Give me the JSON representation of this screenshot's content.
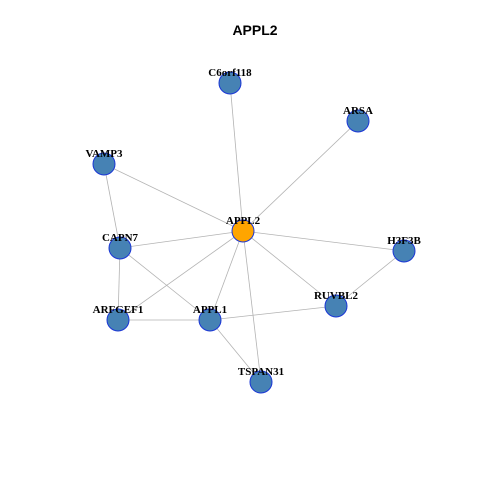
{
  "title": "APPL2",
  "colors": {
    "hub": "#ffa500",
    "node": "#4682b4",
    "node_border": "#1a36d6",
    "edge": "#b3b3b3"
  },
  "nodes": [
    {
      "id": "APPL2",
      "label": "APPL2",
      "hub": true
    },
    {
      "id": "C6orf118",
      "label": "C6orf118"
    },
    {
      "id": "ARSA",
      "label": "ARSA"
    },
    {
      "id": "VAMP3",
      "label": "VAMP3"
    },
    {
      "id": "CAPN7",
      "label": "CAPN7"
    },
    {
      "id": "H3F3B",
      "label": "H3F3B"
    },
    {
      "id": "RUVBL2",
      "label": "RUVBL2"
    },
    {
      "id": "ARFGEF1",
      "label": "ARFGEF1"
    },
    {
      "id": "APPL1",
      "label": "APPL1"
    },
    {
      "id": "TSPAN31",
      "label": "TSPAN31"
    }
  ],
  "edges": [
    [
      "APPL2",
      "C6orf118"
    ],
    [
      "APPL2",
      "ARSA"
    ],
    [
      "APPL2",
      "VAMP3"
    ],
    [
      "APPL2",
      "CAPN7"
    ],
    [
      "APPL2",
      "H3F3B"
    ],
    [
      "APPL2",
      "RUVBL2"
    ],
    [
      "APPL2",
      "ARFGEF1"
    ],
    [
      "APPL2",
      "APPL1"
    ],
    [
      "APPL2",
      "TSPAN31"
    ],
    [
      "VAMP3",
      "CAPN7"
    ],
    [
      "CAPN7",
      "ARFGEF1"
    ],
    [
      "CAPN7",
      "APPL1"
    ],
    [
      "ARFGEF1",
      "APPL1"
    ],
    [
      "APPL1",
      "RUVBL2"
    ],
    [
      "APPL1",
      "TSPAN31"
    ],
    [
      "RUVBL2",
      "H3F3B"
    ]
  ]
}
